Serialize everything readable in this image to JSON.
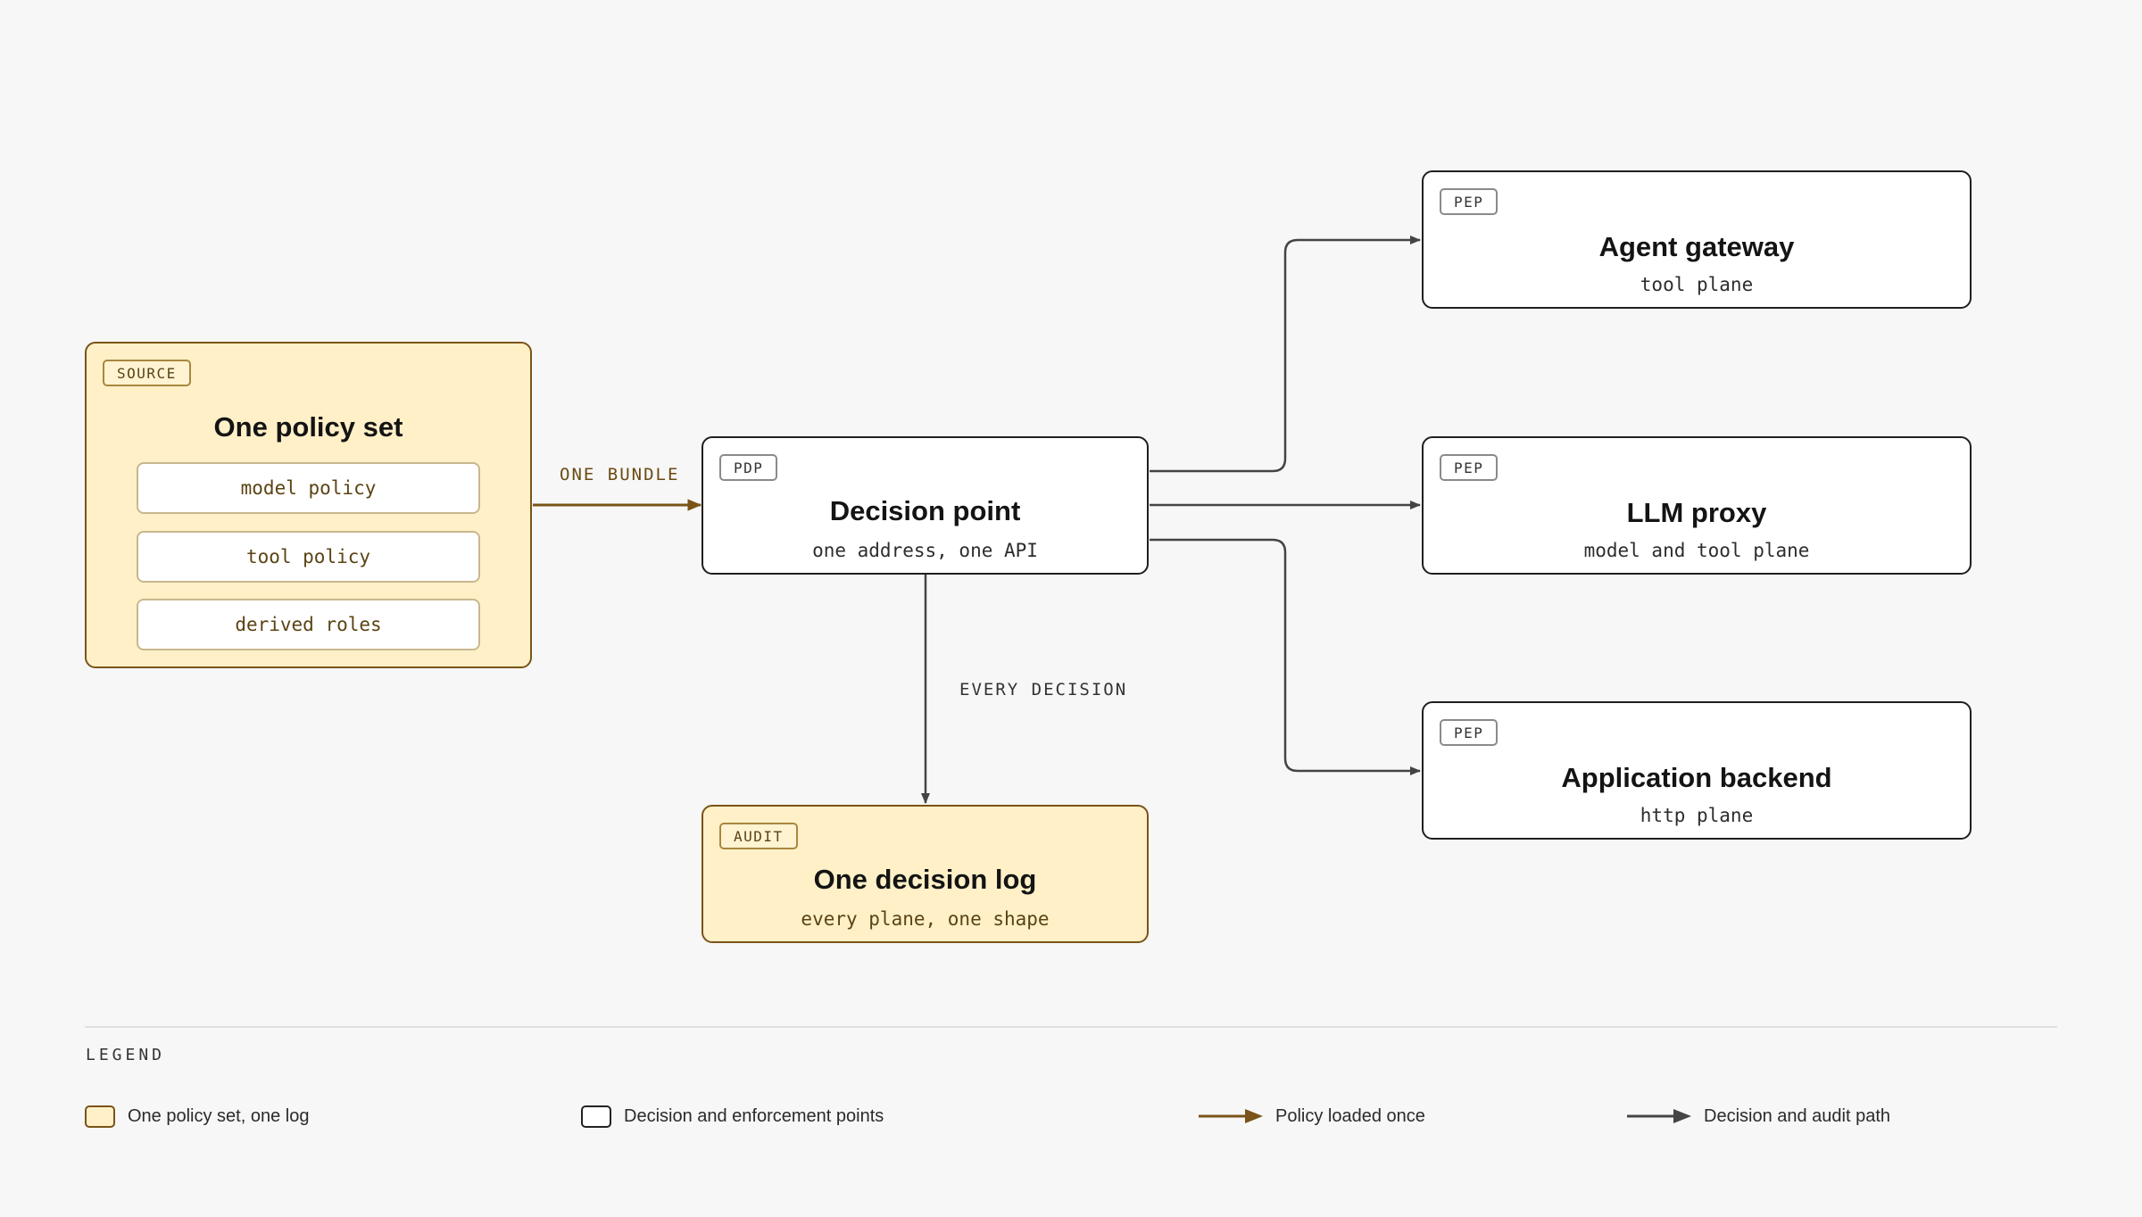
{
  "colors": {
    "warm_fill": "#fff0c8",
    "warm_border": "#7a5418",
    "policy_arrow": "#7a5418",
    "decision_arrow": "#444444",
    "node_border": "#1f1f1f",
    "background": "#f7f7f7"
  },
  "source": {
    "tag": "SOURCE",
    "title": "One policy set",
    "items": [
      "model policy",
      "tool policy",
      "derived roles"
    ]
  },
  "pdp": {
    "tag": "PDP",
    "title": "Decision point",
    "subtitle": "one address, one API"
  },
  "audit": {
    "tag": "AUDIT",
    "title": "One decision log",
    "subtitle": "every plane, one shape"
  },
  "peps": [
    {
      "tag": "PEP",
      "title": "Agent gateway",
      "subtitle": "tool plane"
    },
    {
      "tag": "PEP",
      "title": "LLM proxy",
      "subtitle": "model and tool plane"
    },
    {
      "tag": "PEP",
      "title": "Application backend",
      "subtitle": "http plane"
    }
  ],
  "edges": {
    "bundle_label": "ONE BUNDLE",
    "decision_label": "EVERY DECISION"
  },
  "legend": {
    "heading": "LEGEND",
    "items": [
      {
        "kind": "warm-swatch",
        "label": "One policy set, one log"
      },
      {
        "kind": "plain-swatch",
        "label": "Decision and enforcement points"
      },
      {
        "kind": "policy-arrow",
        "label": "Policy loaded once"
      },
      {
        "kind": "decision-arrow",
        "label": "Decision and audit path"
      }
    ]
  }
}
